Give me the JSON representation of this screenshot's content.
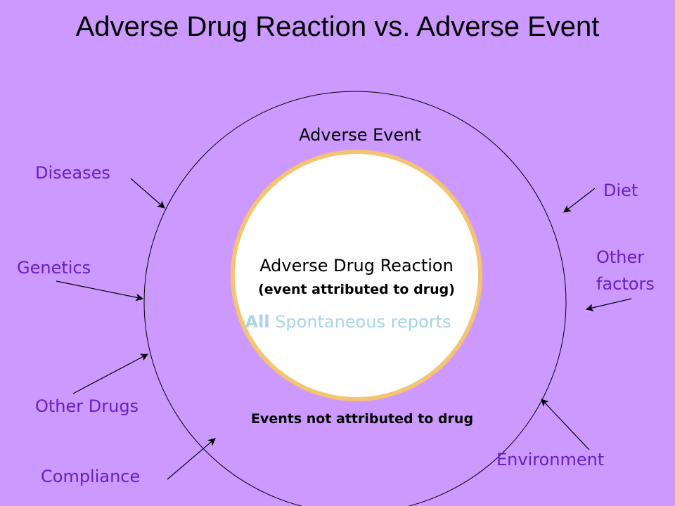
{
  "title": "Adverse Drug Reaction vs. Adverse Event",
  "outer_circle": {
    "label": "Adverse Event"
  },
  "inner_circle": {
    "label": "Adverse Drug Reaction",
    "sublabel": "(event attributed to drug)",
    "spontaneous_prefix": "All",
    "spontaneous_rest": "Spontaneous reports"
  },
  "outer_footer": "Events not attributed to drug",
  "factors": {
    "diseases": "Diseases",
    "genetics": "Genetics",
    "other_drugs": "Other Drugs",
    "compliance": "Compliance",
    "diet": "Diet",
    "other_factors_line1": "Other",
    "other_factors_line2": "factors",
    "environment": "Environment"
  },
  "colors": {
    "background": "#cc99ff",
    "factor_text": "#6a1fbf",
    "inner_fill": "#ffffff",
    "inner_border": "#f5c470",
    "spontaneous_text": "#a8d4e6"
  }
}
